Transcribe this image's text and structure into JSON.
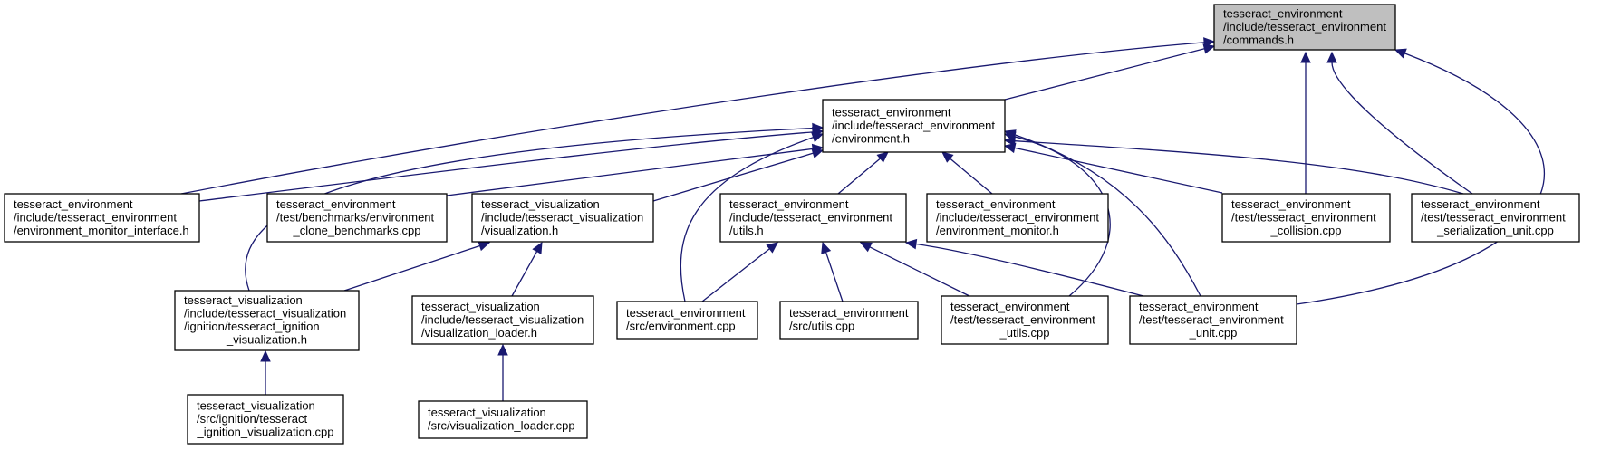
{
  "graph": {
    "nodes": [
      {
        "id": "commands",
        "highlight": true,
        "lines": [
          "tesseract_environment",
          "/include/tesseract_environment",
          "/commands.h"
        ]
      },
      {
        "id": "environment_h",
        "lines": [
          "tesseract_environment",
          "/include/tesseract_environment",
          "/environment.h"
        ]
      },
      {
        "id": "env_monitor_iface",
        "lines": [
          "tesseract_environment",
          "/include/tesseract_environment",
          "/environment_monitor_interface.h"
        ]
      },
      {
        "id": "clone_bench",
        "lines": [
          "tesseract_environment",
          "/test/benchmarks/environment",
          "_clone_benchmarks.cpp"
        ]
      },
      {
        "id": "visualization_h",
        "lines": [
          "tesseract_visualization",
          "/include/tesseract_visualization",
          "/visualization.h"
        ]
      },
      {
        "id": "utils_h",
        "lines": [
          "tesseract_environment",
          "/include/tesseract_environment",
          "/utils.h"
        ]
      },
      {
        "id": "env_monitor_h",
        "lines": [
          "tesseract_environment",
          "/include/tesseract_environment",
          "/environment_monitor.h"
        ]
      },
      {
        "id": "collision_cpp",
        "lines": [
          "tesseract_environment",
          "/test/tesseract_environment",
          "_collision.cpp"
        ]
      },
      {
        "id": "serialization_cpp",
        "lines": [
          "tesseract_environment",
          "/test/tesseract_environment",
          "_serialization_unit.cpp"
        ]
      },
      {
        "id": "ignition_h",
        "lines": [
          "tesseract_visualization",
          "/include/tesseract_visualization",
          "/ignition/tesseract_ignition",
          "_visualization.h"
        ]
      },
      {
        "id": "vis_loader_h",
        "lines": [
          "tesseract_visualization",
          "/include/tesseract_visualization",
          "/visualization_loader.h"
        ]
      },
      {
        "id": "environment_cpp",
        "lines": [
          "tesseract_environment",
          "/src/environment.cpp"
        ]
      },
      {
        "id": "utils_cpp",
        "lines": [
          "tesseract_environment",
          "/src/utils.cpp"
        ]
      },
      {
        "id": "utils_test_cpp",
        "lines": [
          "tesseract_environment",
          "/test/tesseract_environment",
          "_utils.cpp"
        ]
      },
      {
        "id": "unit_cpp",
        "lines": [
          "tesseract_environment",
          "/test/tesseract_environment",
          "_unit.cpp"
        ]
      },
      {
        "id": "ignition_cpp",
        "lines": [
          "tesseract_visualization",
          "/src/ignition/tesseract",
          "_ignition_visualization.cpp"
        ]
      },
      {
        "id": "vis_loader_cpp",
        "lines": [
          "tesseract_visualization",
          "/src/visualization_loader.cpp"
        ]
      }
    ],
    "edges": [
      {
        "from": "environment_h",
        "to": "commands"
      },
      {
        "from": "env_monitor_iface",
        "to": "commands"
      },
      {
        "from": "collision_cpp",
        "to": "commands"
      },
      {
        "from": "serialization_cpp",
        "to": "commands"
      },
      {
        "from": "unit_cpp",
        "to": "commands"
      },
      {
        "from": "env_monitor_iface",
        "to": "environment_h"
      },
      {
        "from": "clone_bench",
        "to": "environment_h"
      },
      {
        "from": "visualization_h",
        "to": "environment_h"
      },
      {
        "from": "utils_h",
        "to": "environment_h"
      },
      {
        "from": "env_monitor_h",
        "to": "environment_h"
      },
      {
        "from": "collision_cpp",
        "to": "environment_h"
      },
      {
        "from": "serialization_cpp",
        "to": "environment_h"
      },
      {
        "from": "ignition_h",
        "to": "environment_h"
      },
      {
        "from": "environment_cpp",
        "to": "environment_h"
      },
      {
        "from": "utils_test_cpp",
        "to": "environment_h"
      },
      {
        "from": "unit_cpp",
        "to": "environment_h"
      },
      {
        "from": "ignition_h",
        "to": "visualization_h"
      },
      {
        "from": "vis_loader_h",
        "to": "visualization_h"
      },
      {
        "from": "environment_cpp",
        "to": "utils_h"
      },
      {
        "from": "utils_cpp",
        "to": "utils_h"
      },
      {
        "from": "utils_test_cpp",
        "to": "utils_h"
      },
      {
        "from": "unit_cpp",
        "to": "utils_h"
      },
      {
        "from": "ignition_cpp",
        "to": "ignition_h"
      },
      {
        "from": "vis_loader_cpp",
        "to": "vis_loader_h"
      }
    ],
    "colors": {
      "edge": "#191970",
      "root_fill": "#bfbfbf",
      "node_fill": "#ffffff",
      "border": "#000000"
    }
  }
}
